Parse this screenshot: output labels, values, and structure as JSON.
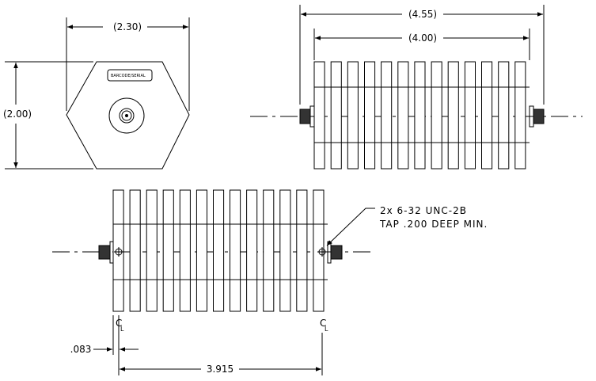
{
  "end_view": {
    "width_dim": "(2.30)",
    "height_dim": "(2.00)",
    "label_plate": "BARCODE/SERIAL"
  },
  "side_view": {
    "overall_dim": "(4.55)",
    "body_dim": "(4.00)"
  },
  "bottom_view": {
    "note_line1": "2x 6-32 UNC-2B",
    "note_line2": "TAP .200 DEEP MIN.",
    "edge_offset_dim": ".083",
    "hole_spacing_dim": "3.915",
    "centerline_left": "C",
    "centerline_left_sub": "L",
    "centerline_right": "C",
    "centerline_right_sub": "L"
  }
}
